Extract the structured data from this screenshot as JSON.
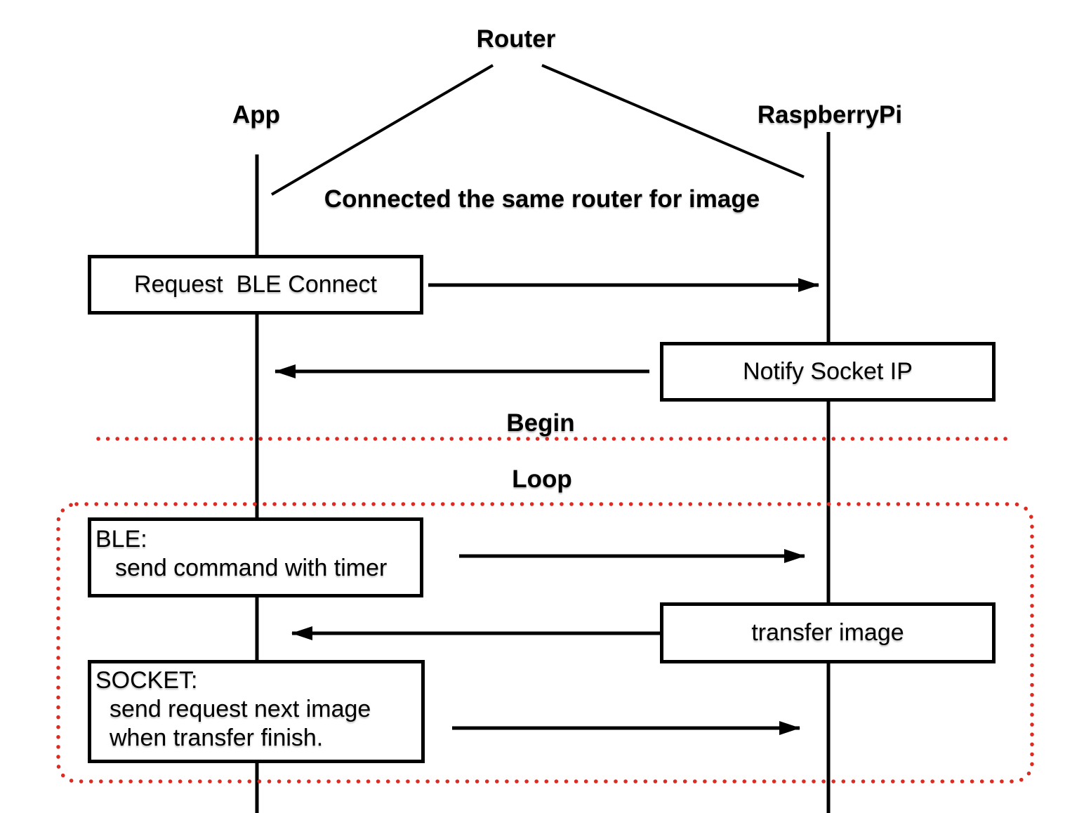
{
  "actors": {
    "router": "Router",
    "app": "App",
    "raspberrypi": "RaspberryPi"
  },
  "annotations": {
    "connected_note": "Connected the same router for image",
    "begin_label": "Begin",
    "loop_label": "Loop"
  },
  "messages": {
    "request_ble_connect": "Request  BLE Connect",
    "notify_socket_ip": "Notify Socket IP",
    "ble_command": {
      "line1": "BLE:",
      "line2": "send command with timer"
    },
    "transfer_image": "transfer image",
    "socket_request": {
      "line1": "SOCKET:",
      "line2": "send request next image",
      "line3": "when transfer finish."
    }
  },
  "colors": {
    "stroke": "#000000",
    "dotted_red": "#dd2b21",
    "background": "#ffffff",
    "box_fill": "#ffffff"
  }
}
